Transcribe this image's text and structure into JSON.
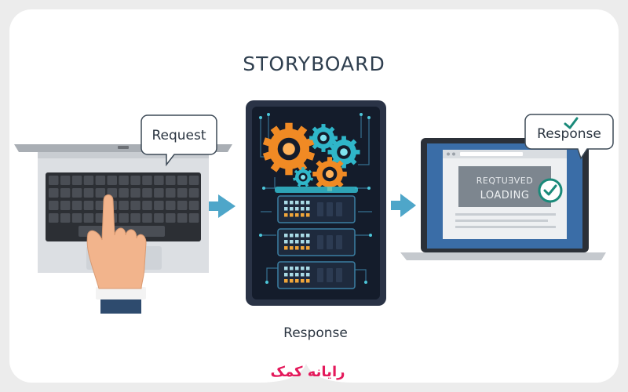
{
  "diagram": {
    "title": "STORYBOARD",
    "request_bubble": "Request",
    "response_bubble": "Response",
    "server_caption": "Response",
    "screen_card_line1": "REQTUƎVED",
    "screen_card_line2": "LOADING",
    "brand_logo_text": "رایانه کمک"
  },
  "colors": {
    "background": "#ececec",
    "card": "#ffffff",
    "server_body": "#1d2738",
    "gear_orange": "#f08a24",
    "gear_teal": "#2fb6c9",
    "arrow": "#4ea6c9",
    "brand": "#e4195b",
    "check": "#1a8a7a"
  },
  "icons": [
    "laptop-icon",
    "hand-pointer-icon",
    "server-icon",
    "gear-icon",
    "arrow-right-icon",
    "monitor-laptop-icon",
    "checkmark-icon",
    "speech-bubble-icon"
  ]
}
